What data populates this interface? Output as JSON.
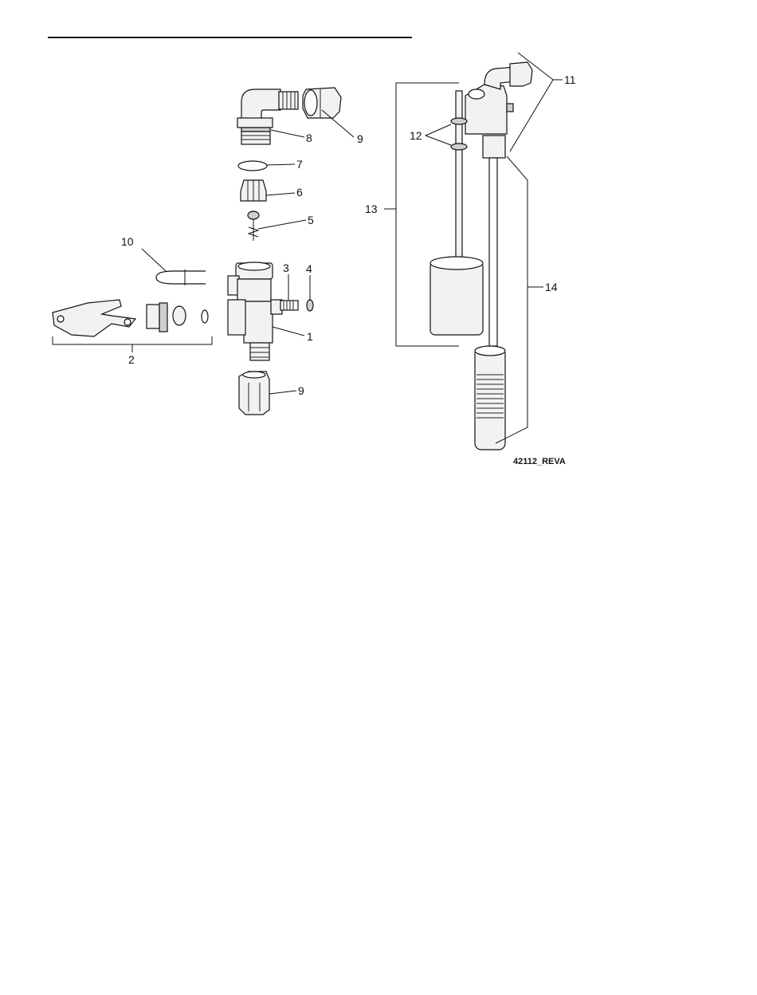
{
  "diagram": {
    "reference_code": "42112_REVA",
    "callouts": [
      {
        "id": "c1",
        "label": "1"
      },
      {
        "id": "c2",
        "label": "2"
      },
      {
        "id": "c3",
        "label": "3"
      },
      {
        "id": "c4",
        "label": "4"
      },
      {
        "id": "c5",
        "label": "5"
      },
      {
        "id": "c6",
        "label": "6"
      },
      {
        "id": "c7",
        "label": "7"
      },
      {
        "id": "c8",
        "label": "8"
      },
      {
        "id": "c9a",
        "label": "9"
      },
      {
        "id": "c9b",
        "label": "9"
      },
      {
        "id": "c10",
        "label": "10"
      },
      {
        "id": "c11",
        "label": "11"
      },
      {
        "id": "c12",
        "label": "12"
      },
      {
        "id": "c13",
        "label": "13"
      },
      {
        "id": "c14",
        "label": "14"
      }
    ]
  }
}
